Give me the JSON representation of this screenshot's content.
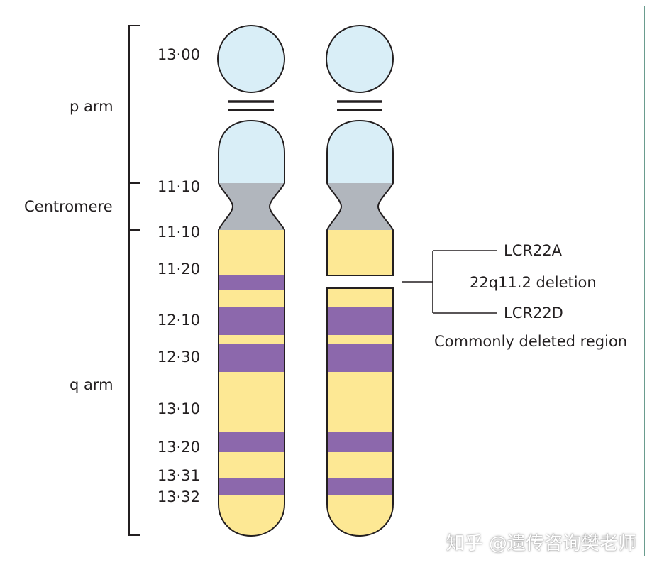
{
  "arm_labels": {
    "p_arm": "p arm",
    "centromere": "Centromere",
    "q_arm": "q arm"
  },
  "bands": [
    "13·00",
    "11·10",
    "11·10",
    "11·20",
    "12·10",
    "12·30",
    "13·10",
    "13·20",
    "13·31",
    "13·32"
  ],
  "deletion": {
    "top_marker": "LCR22A",
    "title": "22q11.2 deletion",
    "bottom_marker": "LCR22D",
    "region_label": "Commonly deleted region"
  },
  "watermark": "知乎 @遗传咨询樊老师",
  "colors": {
    "p_arm": "#d9eef7",
    "centromere": "#b1b6bd",
    "q_arm_light": "#fde894",
    "q_arm_dark_band": "#8c68ac",
    "outline": "#231f20",
    "frame": "#6a9c8e"
  }
}
